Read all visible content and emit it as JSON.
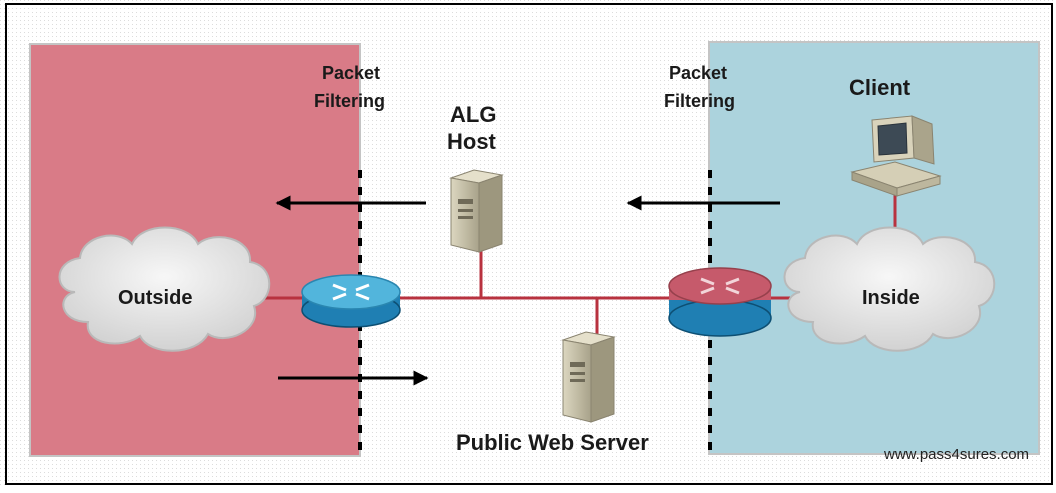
{
  "labels": {
    "packet_filtering_left": [
      "Packet",
      "Filtering"
    ],
    "packet_filtering_right": [
      "Packet",
      "Filtering"
    ],
    "alg_host": [
      "ALG",
      "Host"
    ],
    "client": "Client",
    "outside": "Outside",
    "inside": "Inside",
    "public_web_server": "Public Web Server",
    "watermark": "www.pass4sures.com"
  },
  "colors": {
    "outside_zone": "#d97b87",
    "inside_zone": "#acd3dd",
    "link": "#b8323f",
    "router_outside_top": "#52b5dc",
    "router_inside_top": "#c65a6b",
    "router_base": "#1f7fb3",
    "server": "#c9c3a9",
    "cloud": "#e4e4e4"
  },
  "icons": [
    "cloud-icon",
    "router-icon",
    "server-icon",
    "workstation-icon",
    "arrow-icon"
  ]
}
